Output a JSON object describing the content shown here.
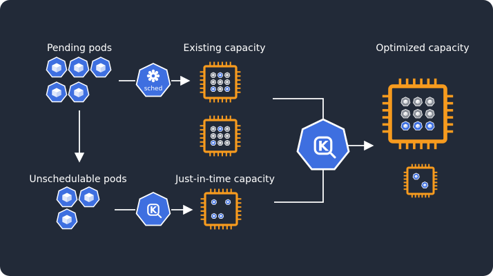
{
  "labels": {
    "pending_pods": "Pending pods",
    "existing_capacity": "Existing capacity",
    "optimized_capacity": "Optimized capacity",
    "unschedulable_pods": "Unschedulable pods",
    "just_in_time_capacity": "Just-in-time capacity",
    "scheduler_badge": "sched",
    "karpenter_letter": "K"
  },
  "colors": {
    "background": "#222a38",
    "pod_blue": "#3e6fe0",
    "chip_orange": "#f79b1e",
    "pod_gray": "#8a8f98",
    "arrow": "#ffffff"
  },
  "icons": {
    "pod": "kubernetes-pod-cube-icon",
    "scheduler": "kubernetes-scheduler-icon",
    "karpenter": "karpenter-icon",
    "node": "cpu-chip-icon"
  }
}
